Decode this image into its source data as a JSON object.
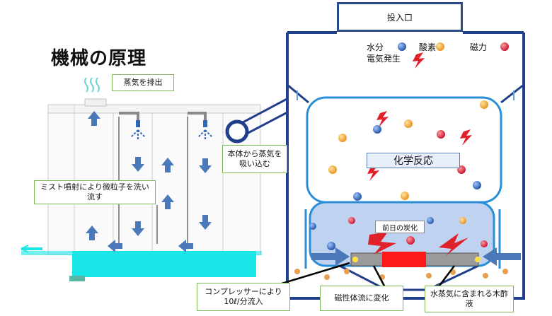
{
  "title": "機械の原理",
  "labels": {
    "inlet": "投入口",
    "exhaust": "蒸気を排出",
    "suction": "本体から蒸気を吸い込む",
    "mist": "ミスト噴射により微粒子を洗い流す",
    "chemical_reaction": "化学反応",
    "prev_day_char": "前日の炭化",
    "compressor": "コンプレッサーにより10ℓ/分流入",
    "magnetic": "磁性体流に変化",
    "wood_vinegar": "水蒸気に含まれる木酢液"
  },
  "legend": {
    "water": "水分",
    "oxygen": "酸素",
    "magnetism": "磁力",
    "electricity": "電気発生"
  },
  "colors": {
    "water": "#1f5fb0",
    "oxygen": "#f5a623",
    "magnetism": "#d6203a",
    "electricity": "#e0202a",
    "frame": "#1f3f8c",
    "tank_water": "#19e6e6",
    "arrow": "#4a78b8"
  }
}
